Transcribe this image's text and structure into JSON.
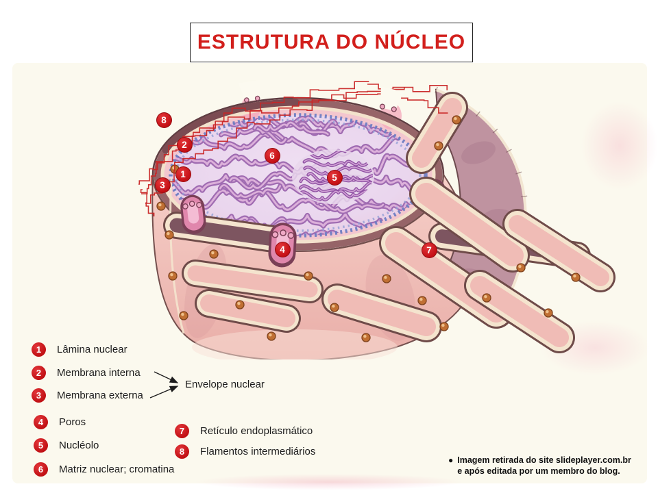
{
  "title": "ESTRUTURA DO NÚCLEO",
  "legend": {
    "items": [
      {
        "num": "1",
        "label": "Lâmina nuclear"
      },
      {
        "num": "2",
        "label": "Membrana interna"
      },
      {
        "num": "3",
        "label": "Membrana externa"
      },
      {
        "num": "4",
        "label": "Poros"
      },
      {
        "num": "5",
        "label": "Nucléolo"
      },
      {
        "num": "6",
        "label": "Matriz nuclear; cromatina"
      },
      {
        "num": "7",
        "label": "Retículo endoplasmático"
      },
      {
        "num": "8",
        "label": "Flamentos intermediários"
      }
    ],
    "group_label": "Envelope nuclear"
  },
  "diagram": {
    "markers": [
      {
        "num": "1"
      },
      {
        "num": "2"
      },
      {
        "num": "3"
      },
      {
        "num": "4"
      },
      {
        "num": "5"
      },
      {
        "num": "6"
      },
      {
        "num": "7"
      },
      {
        "num": "8"
      }
    ]
  },
  "credit": {
    "bullet": "●",
    "line1": "Imagem retirada do site slideplayer.com.br",
    "line2": "e após editada por um membro do blog."
  },
  "colors": {
    "marker_red": "#cf1318",
    "title_red": "#d21f1c",
    "chromatin_purple": "#a06cb2",
    "lamina_blue": "#6e7dc2",
    "membrane_pink": "#f0bcb6"
  }
}
